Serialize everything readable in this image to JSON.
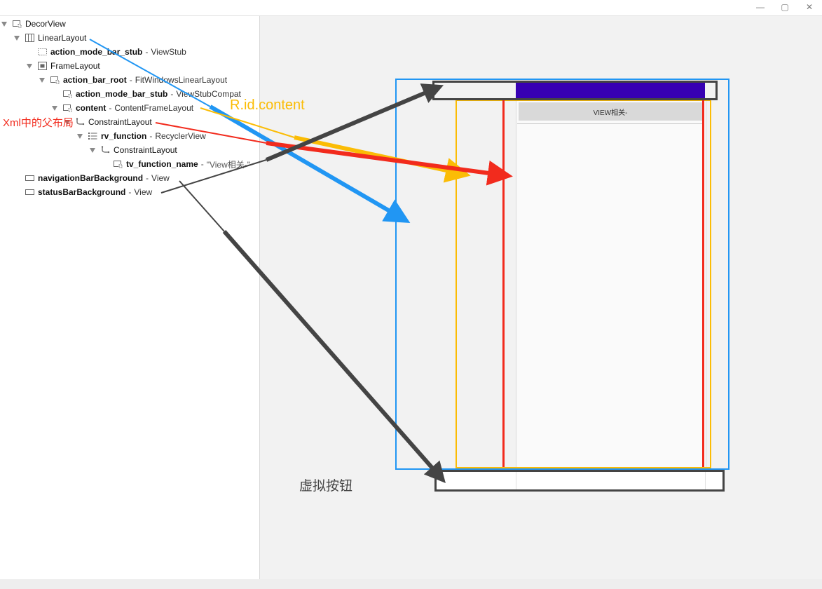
{
  "window": {
    "controls": {
      "minimize": "—",
      "maximize": "▢",
      "close": "✕"
    }
  },
  "tree": [
    {
      "name": "DecorView",
      "type": "",
      "bold": false,
      "icon": "stub-icon",
      "level": 0,
      "expanded": true
    },
    {
      "name": "LinearLayout",
      "type": "",
      "bold": false,
      "icon": "linear-layout-icon",
      "level": 1,
      "expanded": true
    },
    {
      "name": "action_mode_bar_stub",
      "type": "ViewStub",
      "bold": true,
      "icon": "viewstub-icon",
      "level": 2,
      "expanded": null
    },
    {
      "name": "FrameLayout",
      "type": "",
      "bold": false,
      "icon": "frame-layout-icon",
      "level": 2,
      "expanded": true
    },
    {
      "name": "action_bar_root",
      "type": "FitWindowsLinearLayout",
      "bold": true,
      "icon": "stub-icon",
      "level": 3,
      "expanded": true
    },
    {
      "name": "action_mode_bar_stub",
      "type": "ViewStubCompat",
      "bold": true,
      "icon": "stub-icon",
      "level": 4,
      "expanded": null
    },
    {
      "name": "content",
      "type": "ContentFrameLayout",
      "bold": true,
      "icon": "stub-icon",
      "level": 4,
      "expanded": true
    },
    {
      "name": "ConstraintLayout",
      "type": "",
      "bold": false,
      "icon": "constraint-layout-icon",
      "level": 5,
      "expanded": true
    },
    {
      "name": "rv_function",
      "type": "RecyclerView",
      "bold": true,
      "icon": "list-icon",
      "level": 6,
      "expanded": true
    },
    {
      "name": "ConstraintLayout",
      "type": "",
      "bold": false,
      "icon": "constraint-layout-icon",
      "level": 7,
      "expanded": true
    },
    {
      "name": "tv_function_name",
      "type": "\"View相关-\"",
      "bold": true,
      "icon": "stub-icon",
      "level": 8,
      "expanded": null
    },
    {
      "name": "navigationBarBackground",
      "type": "View",
      "bold": true,
      "icon": "view-icon",
      "level": 1,
      "expanded": null
    },
    {
      "name": "statusBarBackground",
      "type": "View",
      "bold": true,
      "icon": "view-icon",
      "level": 1,
      "expanded": null
    }
  ],
  "device": {
    "list_item_text": "VIEW相关-",
    "statusbar_color": "#3700b3"
  },
  "annotations": {
    "content_label": "R.id.content",
    "parent_layout_label": "Xml中的父布局",
    "virtual_buttons_label": "虚拟按钮"
  },
  "colors": {
    "blue": "#2196f3",
    "yellow": "#fbbc05",
    "red": "#f22b1d",
    "dark": "#444444"
  }
}
